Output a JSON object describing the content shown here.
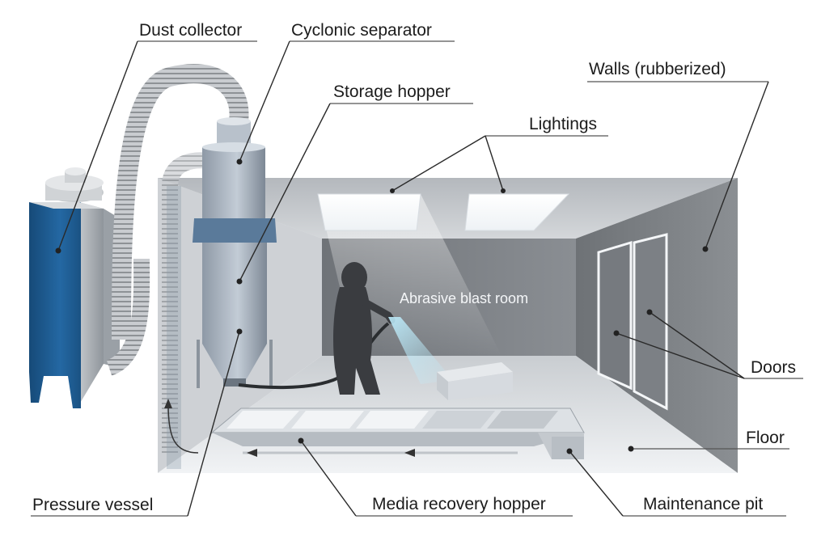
{
  "labels": {
    "dust_collector": "Dust collector",
    "cyclonic_separator": "Cyclonic separator",
    "storage_hopper": "Storage hopper",
    "walls": "Walls (rubberized)",
    "lightings": "Lightings",
    "abrasive_blast_room": "Abrasive blast room",
    "doors": "Doors",
    "floor": "Floor",
    "pressure_vessel": "Pressure vessel",
    "media_recovery_hopper": "Media recovery hopper",
    "maintenance_pit": "Maintenance pit"
  },
  "colors": {
    "dust_collector_body": "#1e5a8e",
    "room_wall": "#7d8186",
    "room_floor": "#e9ecef",
    "equipment_grey": "#a9b4c0",
    "text": "#1c1c1c"
  }
}
